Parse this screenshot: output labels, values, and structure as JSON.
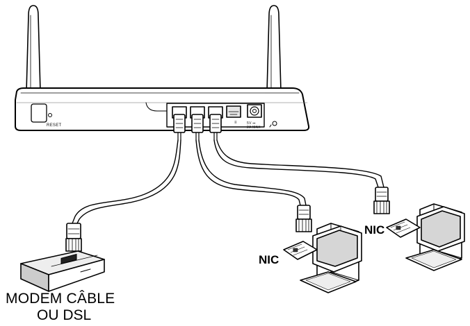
{
  "labels": {
    "modem_line1": "MODEM CÂBLE",
    "modem_line2": "OU DSL",
    "nic_left": "NIC",
    "nic_right": "NIC",
    "reset": "RESET",
    "power_rating_1": "5V ⎓",
    "power_rating_2": "2A MAX",
    "wan_mark": "≡"
  },
  "colors": {
    "line": "#000000",
    "body": "#ffffff",
    "shade": "#d9d9d9"
  }
}
